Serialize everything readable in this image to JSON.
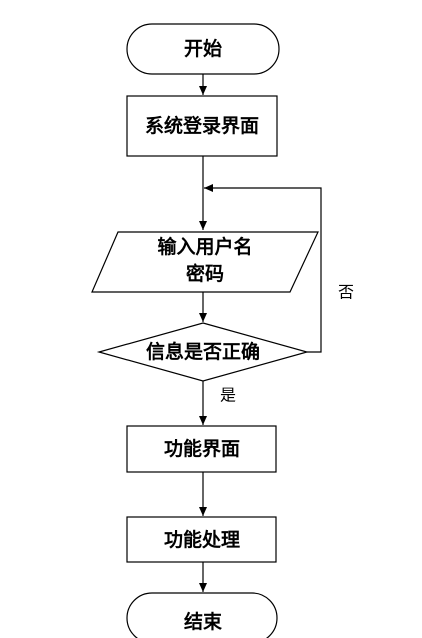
{
  "flowchart": {
    "nodes": {
      "start": {
        "shape": "terminator",
        "label": "开始"
      },
      "login": {
        "shape": "process",
        "label": "系统登录界面"
      },
      "input": {
        "shape": "data",
        "label_line1": "输入用户名",
        "label_line2": "密码"
      },
      "check": {
        "shape": "decision",
        "label": "信息是否正确"
      },
      "features": {
        "shape": "process",
        "label": "功能界面"
      },
      "processing": {
        "shape": "process",
        "label": "功能处理"
      },
      "end": {
        "shape": "terminator",
        "label": "结束"
      }
    },
    "edges": {
      "yes_label": "是",
      "no_label": "否"
    }
  }
}
